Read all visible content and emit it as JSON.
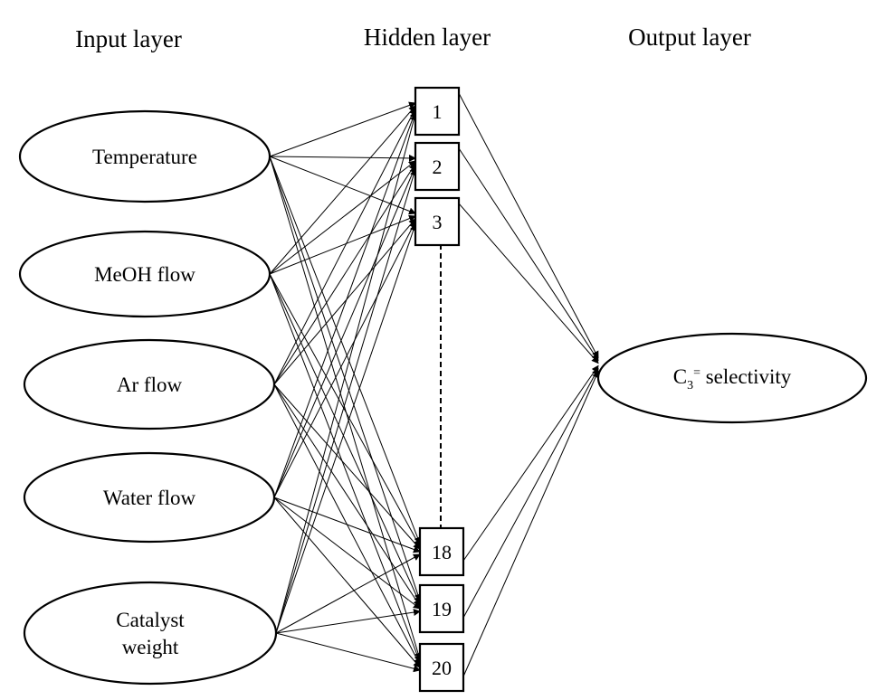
{
  "layers": {
    "input_title": "Input layer",
    "hidden_title": "Hidden layer",
    "output_title": "Output layer"
  },
  "inputs": [
    {
      "id": "temperature",
      "lines": [
        "Temperature"
      ]
    },
    {
      "id": "meoh-flow",
      "lines": [
        "MeOH flow"
      ]
    },
    {
      "id": "ar-flow",
      "lines": [
        "Ar flow"
      ]
    },
    {
      "id": "water-flow",
      "lines": [
        "Water flow"
      ]
    },
    {
      "id": "catalyst-weight",
      "lines": [
        "Catalyst",
        "weight"
      ]
    }
  ],
  "hidden": [
    {
      "label": "1"
    },
    {
      "label": "2"
    },
    {
      "label": "3"
    },
    {
      "label": "18"
    },
    {
      "label": "19"
    },
    {
      "label": "20"
    }
  ],
  "output": {
    "prefix": "C",
    "subscript": "3",
    "superscript": "=",
    "suffix": " selectivity"
  }
}
